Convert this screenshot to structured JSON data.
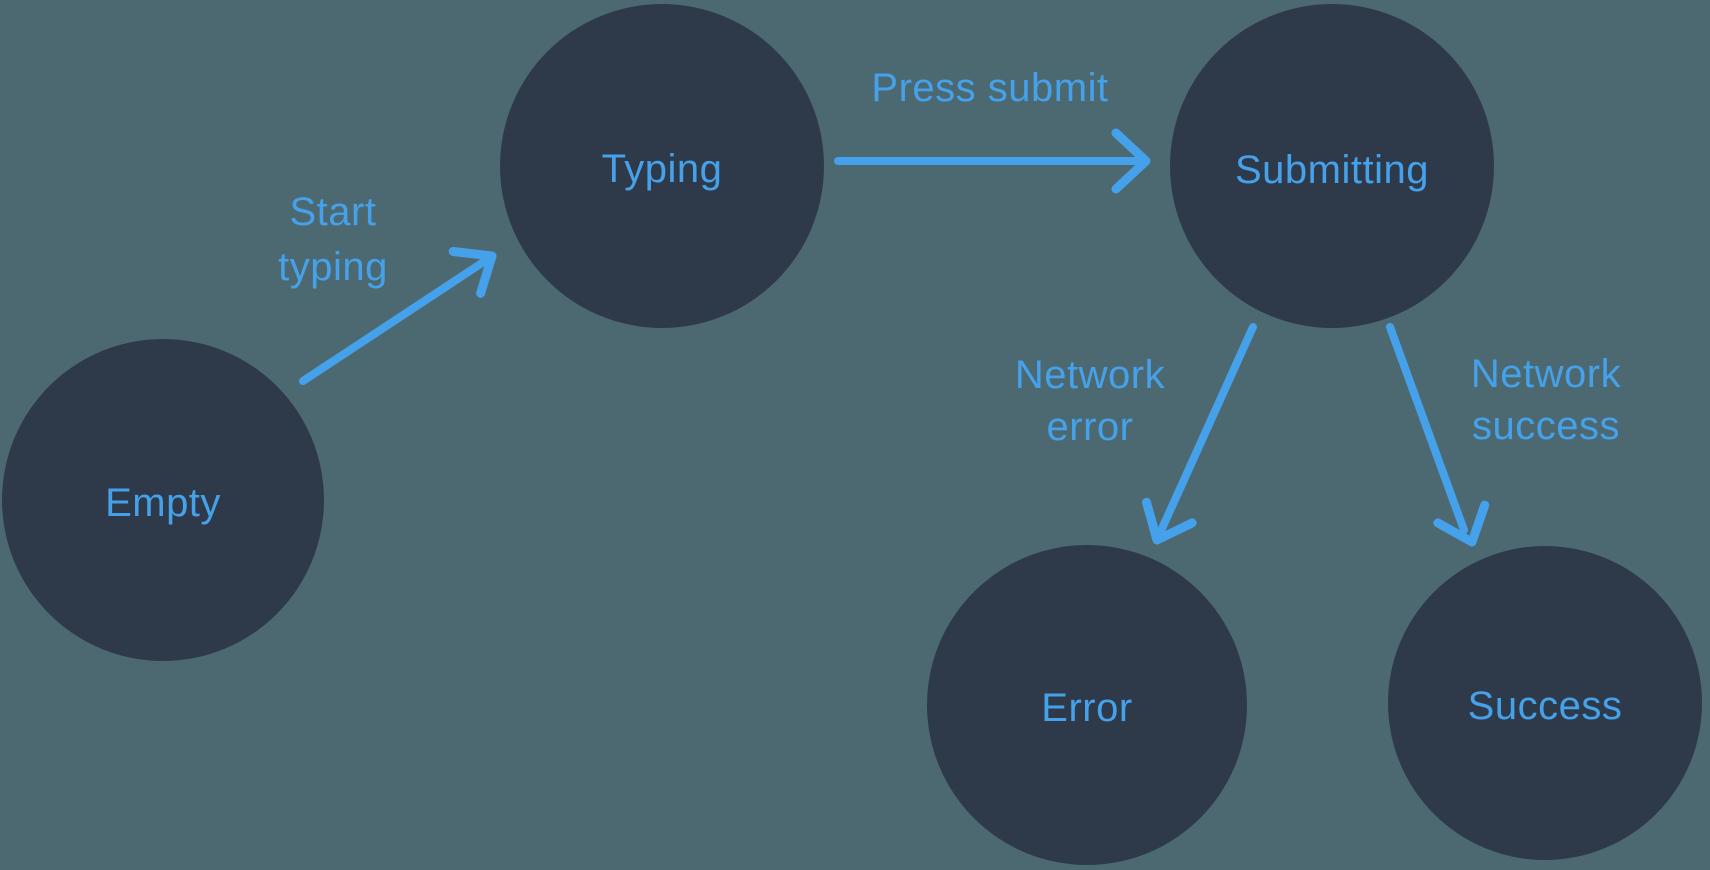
{
  "colors": {
    "background": "#4C6971",
    "node_fill": "#2E3A4A",
    "accent": "#45A1E9"
  },
  "nodes": [
    {
      "id": "empty",
      "label": "Empty"
    },
    {
      "id": "typing",
      "label": "Typing"
    },
    {
      "id": "submitting",
      "label": "Submitting"
    },
    {
      "id": "error",
      "label": "Error"
    },
    {
      "id": "success",
      "label": "Success"
    }
  ],
  "edges": [
    {
      "from": "empty",
      "to": "typing",
      "label": "Start typing",
      "label_lines": [
        "Start",
        "typing"
      ]
    },
    {
      "from": "typing",
      "to": "submitting",
      "label": "Press submit",
      "label_lines": [
        "Press submit"
      ]
    },
    {
      "from": "submitting",
      "to": "error",
      "label": "Network error",
      "label_lines": [
        "Network",
        "error"
      ]
    },
    {
      "from": "submitting",
      "to": "success",
      "label": "Network success",
      "label_lines": [
        "Network",
        "success"
      ]
    }
  ]
}
